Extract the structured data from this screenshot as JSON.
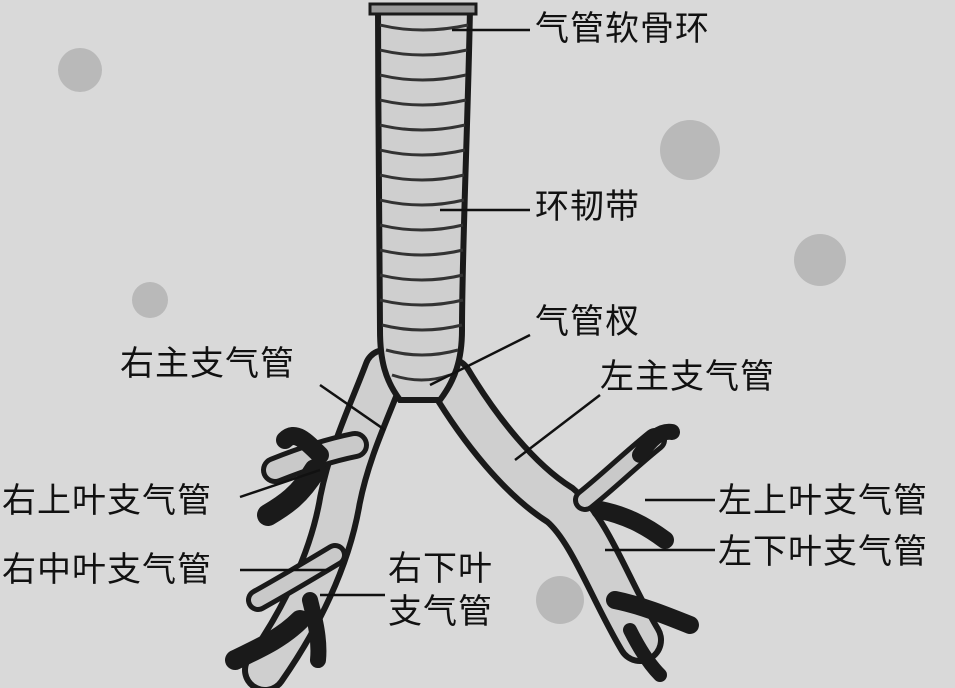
{
  "figure": {
    "labels": {
      "tracheal_cartilage_rings": "气管软骨环",
      "annular_ligament": "环韧带",
      "tracheal_bifurcation": "气管杈",
      "right_main_bronchus": "右主支气管",
      "left_main_bronchus": "左主支气管",
      "right_upper_lobe_bronchus": "右上叶支气管",
      "left_upper_lobe_bronchus": "左上叶支气管",
      "right_middle_lobe_bronchus": "右中叶支气管",
      "left_lower_lobe_bronchus": "左下叶支气管",
      "right_lower_lobe_bronchus_line1": "右下叶",
      "right_lower_lobe_bronchus_line2": "支气管"
    }
  },
  "colors": {
    "background": "#d9d9d9",
    "ink": "#111111",
    "tube_fill": "#cfcfcf",
    "tube_shade": "#8c8c8c"
  }
}
